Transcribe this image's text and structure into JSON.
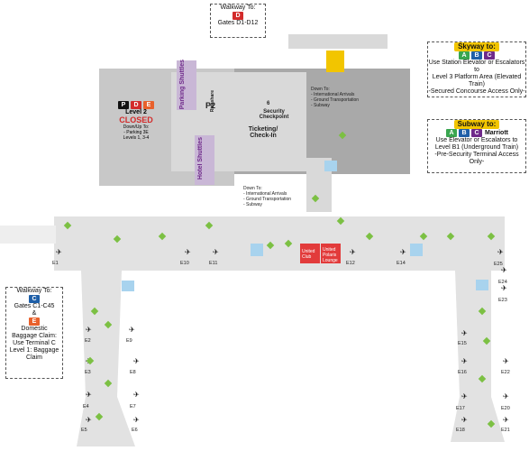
{
  "callouts": {
    "walkway_d": {
      "title": "Walkway To:",
      "badge": "D",
      "text": "Gates D1-D12"
    },
    "skyway": {
      "title": "Skyway to:",
      "lines": [
        "A",
        "B",
        "C"
      ],
      "text1": "Use Station Elevator or Escalators to",
      "text2": "Level 3 Platform Area (Elevated Train)",
      "text3": "-Secured Concourse Access Only-"
    },
    "subway": {
      "title": "Subway to:",
      "lines": [
        "A",
        "B",
        "C"
      ],
      "brand": "Marriott",
      "text1": "Use Elevator or Escalators to",
      "text2": "Level B1 (Underground Train)",
      "text3": "-Pre-Security Terminal Access Only-"
    },
    "walkway_c": {
      "title": "Walkway To:",
      "badge_c": "C",
      "text_c": "Gates C1-C45",
      "amp": "&",
      "badge_e": "E",
      "text_e1": "Domestic",
      "text_e2": "Baggage Claim:",
      "text_e3": "Use Terminal C",
      "text_e4": "Level 1: Baggage Claim"
    }
  },
  "garage": {
    "badges": [
      "P",
      "D",
      "E"
    ],
    "level": "Level 2",
    "status": "CLOSED",
    "note1": "Down/Up To:",
    "note2": "- Parking 3E",
    "note3": "Levels 1, 3-4"
  },
  "labels": {
    "parking_shuttles": "Parking Shuttles",
    "hotel_shuttles": "Hotel Shuttles",
    "rideshare": "Rideshare",
    "security": "Security Checkpoint",
    "ticketing": "Ticketing/ Check-In",
    "down_to_top": [
      "Down To:",
      "- International Arrivals",
      "- Ground Transportation",
      "- Subway"
    ],
    "down_to_bottom": [
      "Down To:",
      "- International Arrivals",
      "- Ground Transportation",
      "- Subway"
    ],
    "united_club": "United Club",
    "united_polaris": "United Polaris Lounge",
    "security_num": "6",
    "p2": "P2"
  },
  "gates": {
    "left": [
      "E1",
      "E2",
      "E3",
      "E4",
      "E5",
      "E6",
      "E7",
      "E8",
      "E9"
    ],
    "center": [
      "E10",
      "E11",
      "E12",
      "E14"
    ],
    "right": [
      "E15",
      "E16",
      "E17",
      "E18",
      "E20",
      "E21",
      "E22",
      "E23",
      "E24",
      "E25"
    ]
  },
  "colors": {
    "terminal": "#d4d4d4",
    "landside": "#a9a9a9",
    "concourse": "#e2e2e2",
    "water": "#a8d3ee",
    "restroom_green": "#7cc043",
    "lounge_red": "#e23b3b",
    "purple": "#6f2a8a",
    "yellow": "#f2c500",
    "blue": "#1f5fa8"
  },
  "icons": [
    "plane-icon",
    "restroom-icon",
    "food-icon",
    "shop-icon",
    "elevator-icon",
    "escalator-icon",
    "info-icon"
  ]
}
